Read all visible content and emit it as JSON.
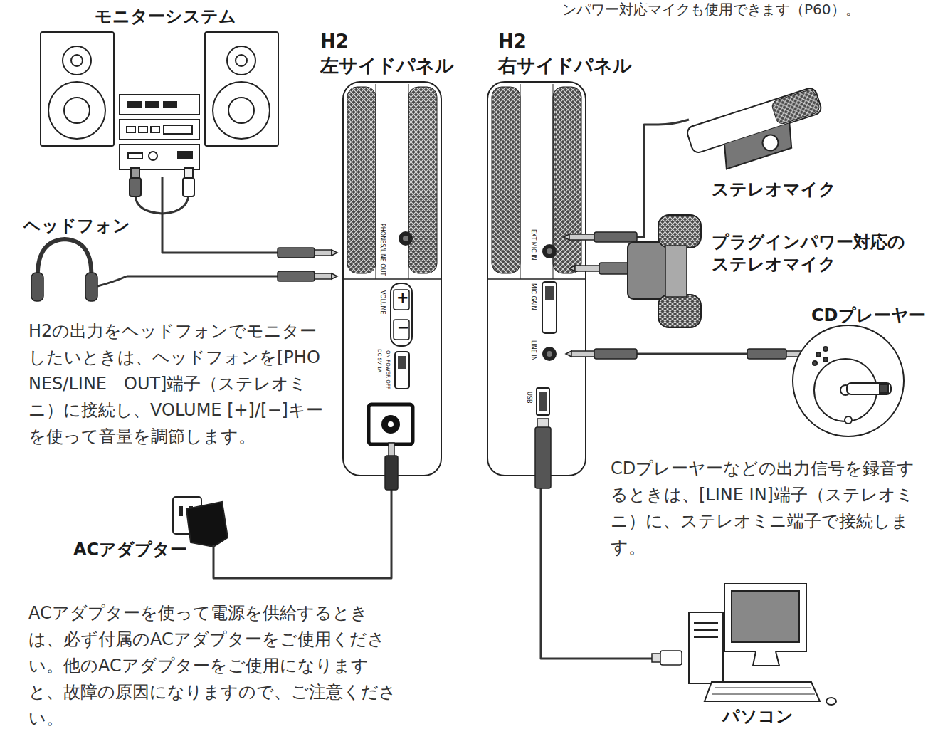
{
  "diagram": {
    "nodes": [
      {
        "text": [
          "モニターシステム"
        ]
      },
      {
        "text": [
          "ヘッドフォン"
        ]
      },
      {
        "text": [
          "ACアダプター"
        ]
      },
      {
        "text": [
          "H2 左サイドパネル"
        ]
      },
      {
        "text": [
          "H2 右サイドパネル"
        ]
      },
      {
        "text": [
          "ステレオマイク"
        ]
      },
      {
        "text": [
          "プラグインパワー対応の ステレオマイク"
        ]
      },
      {
        "text": [
          "CDプレーヤー"
        ]
      },
      {
        "text": [
          "パソコン"
        ]
      }
    ],
    "edges": [
      {
        "from": 0,
        "to": 3,
        "arrow": "none"
      },
      {
        "from": 1,
        "to": 3,
        "arrow": "none"
      },
      {
        "from": 2,
        "to": 3,
        "arrow": "none"
      },
      {
        "from": 5,
        "to": 4,
        "arrow": "none"
      },
      {
        "from": 7,
        "to": 4,
        "arrow": "none"
      },
      {
        "from": 8,
        "to": 4,
        "arrow": "none"
      }
    ],
    "labels": [
      "ンパワー対応マイクも使用できます（P60）。",
      "H2の出力をヘッドフォンでモニターしたいときは、ヘッドフォンを[PHONES/LINE　OUT]端子（ステレオミニ）に接続し、VOLUME [+]/[−]キーを使って音量を調節します。",
      "ACアダプターを使って電源を供給するときは、必ず付属のACアダプターをご使用ください。他のACアダプターをご使用になりますと、故障の原因になりますので、ご注意ください。",
      "CDプレーヤーなどの出力信号を録音するときは、[LINE IN]端子（ステレオミニ）に、ステレオミニ端子で接続します。",
      "+",
      "−",
      "PHONES/LINE OUT",
      "VOLUME",
      "ON POWER OFF",
      "DC 5V 1A",
      "EXT MIC IN",
      "MIC GAIN",
      "LINE IN",
      "USB"
    ]
  }
}
